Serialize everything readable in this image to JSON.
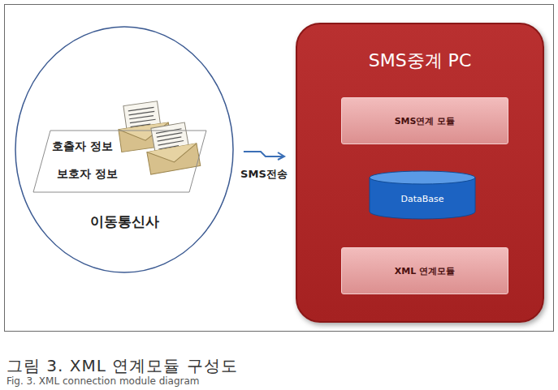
{
  "diagram": {
    "caption": "그림 3. XML 연계모듈 구성도",
    "nodes": [
      {
        "text": [
          "이동통신사"
        ]
      },
      {
        "text": [
          "호출자 정보",
          "보호자 정보"
        ],
        "in": 0
      },
      {
        "text": [
          "SMS중계 PC"
        ]
      },
      {
        "text": [
          "SMS연계 모듈"
        ],
        "in": 2
      },
      {
        "text": [
          "DataBase"
        ],
        "in": 2
      },
      {
        "text": [
          "XML 연계모듈"
        ],
        "in": 2
      }
    ],
    "edges": [
      {
        "from": 0,
        "to": 2,
        "arrow": "to",
        "label": "SMS전송"
      },
      {
        "from": 3,
        "to": 4,
        "arrow": "to"
      },
      {
        "from": 4,
        "to": 5,
        "arrow": "to"
      }
    ],
    "labels": [
      "Fig. 3. XML connection module diagram"
    ]
  }
}
